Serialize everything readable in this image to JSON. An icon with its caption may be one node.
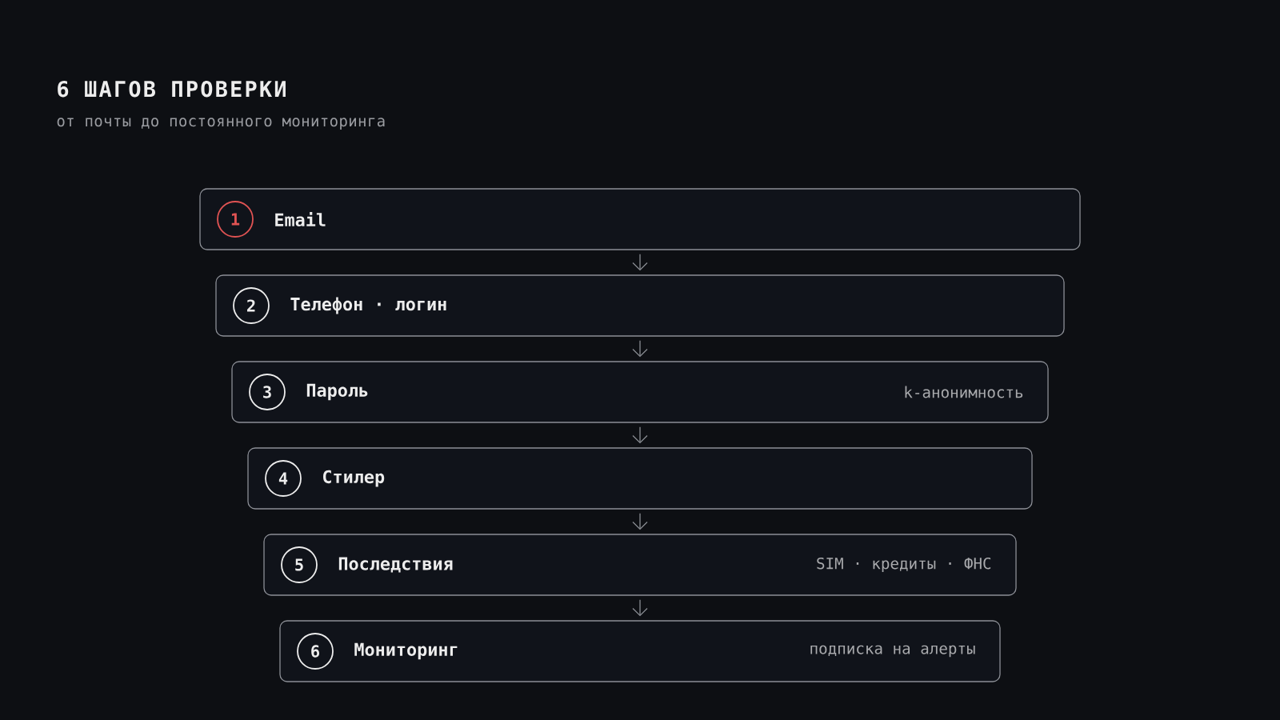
{
  "diagram": {
    "title": "6 ШАГОВ ПРОВЕРКИ",
    "nodes": [
      {
        "text": [
          "Email"
        ]
      },
      {
        "text": [
          "1"
        ],
        "in": 0
      },
      {
        "text": [
          "Телефон · логин"
        ]
      },
      {
        "text": [
          "2"
        ],
        "in": 2
      },
      {
        "text": [
          "Пароль",
          "k-анонимность"
        ]
      },
      {
        "text": [
          "3"
        ],
        "in": 4
      },
      {
        "text": [
          "Стилер"
        ]
      },
      {
        "text": [
          "4"
        ],
        "in": 6
      },
      {
        "text": [
          "Последствия",
          "SIM · кредиты · ФНС"
        ]
      },
      {
        "text": [
          "5"
        ],
        "in": 8
      },
      {
        "text": [
          "Мониторинг",
          "подписка на алерты"
        ]
      },
      {
        "text": [
          "6"
        ],
        "in": 10
      }
    ],
    "edges": [
      {
        "from": 0,
        "to": 2,
        "arrow": "to"
      },
      {
        "from": 2,
        "to": 4,
        "arrow": "to"
      },
      {
        "from": 4,
        "to": 6,
        "arrow": "to"
      },
      {
        "from": 6,
        "to": 8,
        "arrow": "to"
      },
      {
        "from": 8,
        "to": 10,
        "arrow": "to"
      }
    ],
    "labels": [
      "от почты до постоянного мониторинга"
    ]
  }
}
